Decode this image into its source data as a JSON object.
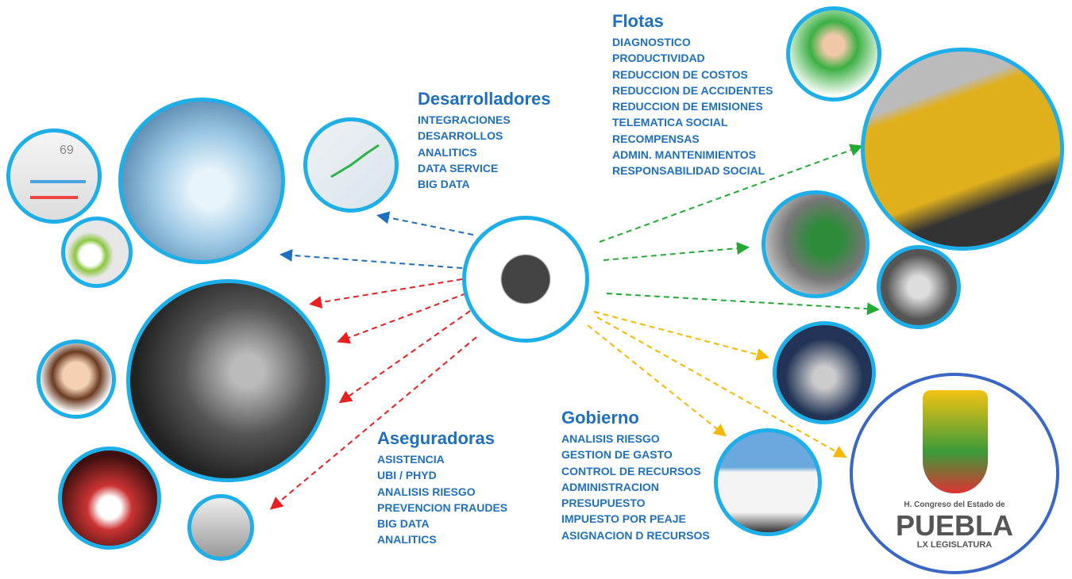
{
  "desarrolladores": {
    "title": "Desarrolladores",
    "items": [
      "INTEGRACIONES",
      "DESARROLLOS",
      "ANALITICS",
      "DATA SERVICE",
      "BIG DATA"
    ]
  },
  "flotas": {
    "title": "Flotas",
    "items": [
      "DIAGNOSTICO",
      "PRODUCTIVIDAD",
      "REDUCCION DE COSTOS",
      "REDUCCION DE ACCIDENTES",
      "REDUCCION DE EMISIONES",
      "TELEMATICA SOCIAL",
      "RECOMPENSAS",
      "ADMIN. MANTENIMIENTOS",
      "RESPONSABILIDAD SOCIAL"
    ]
  },
  "aseguradoras": {
    "title": "Aseguradoras",
    "items": [
      "ASISTENCIA",
      "UBI / PHYD",
      "ANALISIS RIESGO",
      "PREVENCION FRAUDES",
      "BIG DATA",
      "ANALITICS"
    ]
  },
  "gobierno": {
    "title": "Gobierno",
    "items": [
      "ANALISIS RIESGO",
      "GESTION DE GASTO",
      "CONTROL DE RECURSOS",
      "ADMINISTRACION",
      "PRESUPUESTO",
      "IMPUESTO POR PEAJE",
      "ASIGNACION D RECURSOS"
    ]
  },
  "logo": {
    "congreso": "H. Congreso del Estado de",
    "name": "PUEBLA",
    "legislatura": "LX LEGISLATURA"
  },
  "gauge_value": "69",
  "colors": {
    "text": "#1f6fbf",
    "ring": "#1eaee8",
    "blue": "#1f6fbf",
    "red": "#e8201f",
    "green": "#22aa33",
    "yellow": "#f5b800"
  }
}
